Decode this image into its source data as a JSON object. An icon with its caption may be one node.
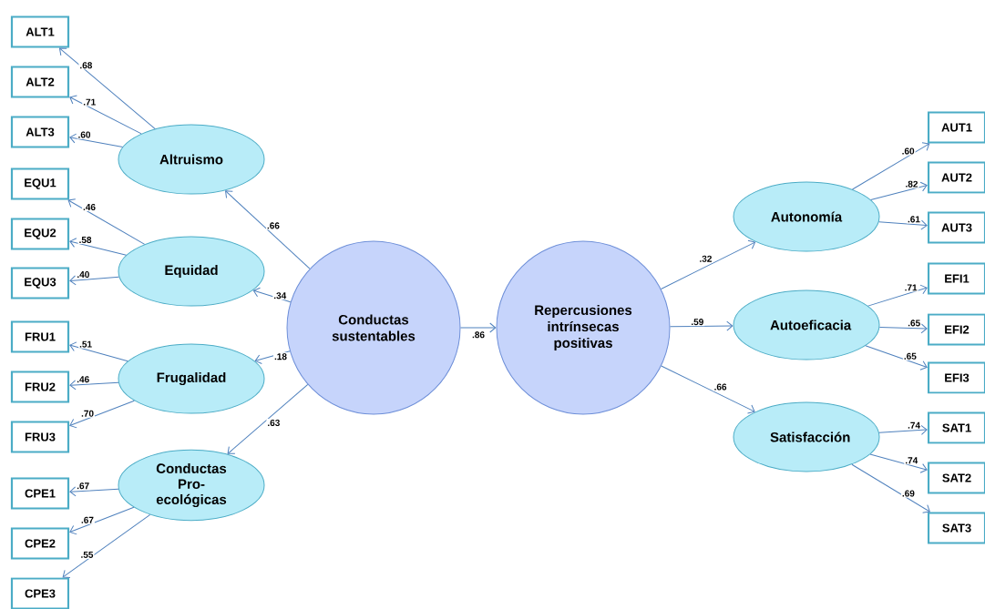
{
  "diagram": {
    "nodes": [
      {
        "text": [
          "ALT1"
        ]
      },
      {
        "text": [
          "ALT2"
        ]
      },
      {
        "text": [
          "ALT3"
        ]
      },
      {
        "text": [
          "Altruismo"
        ]
      },
      {
        "text": [
          "EQU1"
        ]
      },
      {
        "text": [
          "EQU2"
        ]
      },
      {
        "text": [
          "EQU3"
        ]
      },
      {
        "text": [
          "Equidad"
        ]
      },
      {
        "text": [
          "FRU1"
        ]
      },
      {
        "text": [
          "FRU2"
        ]
      },
      {
        "text": [
          "FRU3"
        ]
      },
      {
        "text": [
          "Frugalidad"
        ]
      },
      {
        "text": [
          "CPE1"
        ]
      },
      {
        "text": [
          "CPE2"
        ]
      },
      {
        "text": [
          "CPE3"
        ]
      },
      {
        "text": [
          "Conductas Pro-ecológicas"
        ]
      },
      {
        "text": [
          "Conductas sustentables"
        ]
      },
      {
        "text": [
          "Repercusiones intrínsecas positivas"
        ]
      },
      {
        "text": [
          "AUT1"
        ]
      },
      {
        "text": [
          "AUT2"
        ]
      },
      {
        "text": [
          "AUT3"
        ]
      },
      {
        "text": [
          "Autonomía"
        ]
      },
      {
        "text": [
          "EFI1"
        ]
      },
      {
        "text": [
          "EFI2"
        ]
      },
      {
        "text": [
          "EFI3"
        ]
      },
      {
        "text": [
          "Autoeficacia"
        ]
      },
      {
        "text": [
          "SAT1"
        ]
      },
      {
        "text": [
          "SAT2"
        ]
      },
      {
        "text": [
          "SAT3"
        ]
      },
      {
        "text": [
          "Satisfacción"
        ]
      }
    ],
    "edges": [
      {
        "from": 3,
        "to": 0,
        "arrow": "to",
        "label": ".68"
      },
      {
        "from": 3,
        "to": 1,
        "arrow": "to",
        "label": ".71"
      },
      {
        "from": 3,
        "to": 2,
        "arrow": "to",
        "label": ".60"
      },
      {
        "from": 7,
        "to": 4,
        "arrow": "to",
        "label": ".46"
      },
      {
        "from": 7,
        "to": 5,
        "arrow": "to",
        "label": ".58"
      },
      {
        "from": 7,
        "to": 6,
        "arrow": "to",
        "label": ".40"
      },
      {
        "from": 11,
        "to": 8,
        "arrow": "to",
        "label": ".51"
      },
      {
        "from": 11,
        "to": 9,
        "arrow": "to",
        "label": ".46"
      },
      {
        "from": 11,
        "to": 10,
        "arrow": "to",
        "label": ".70"
      },
      {
        "from": 15,
        "to": 12,
        "arrow": "to",
        "label": ".67"
      },
      {
        "from": 15,
        "to": 13,
        "arrow": "to",
        "label": ".67"
      },
      {
        "from": 15,
        "to": 14,
        "arrow": "to",
        "label": ".55"
      },
      {
        "from": 16,
        "to": 3,
        "arrow": "to",
        "label": ".66"
      },
      {
        "from": 16,
        "to": 7,
        "arrow": "to",
        "label": ".34"
      },
      {
        "from": 16,
        "to": 11,
        "arrow": "to",
        "label": ".18"
      },
      {
        "from": 16,
        "to": 15,
        "arrow": "to",
        "label": ".63"
      },
      {
        "from": 16,
        "to": 17,
        "arrow": "to",
        "label": ".86"
      },
      {
        "from": 17,
        "to": 21,
        "arrow": "to",
        "label": ".32"
      },
      {
        "from": 17,
        "to": 25,
        "arrow": "to",
        "label": ".59"
      },
      {
        "from": 17,
        "to": 29,
        "arrow": "to",
        "label": ".66"
      },
      {
        "from": 21,
        "to": 18,
        "arrow": "to",
        "label": ".60"
      },
      {
        "from": 21,
        "to": 19,
        "arrow": "to",
        "label": ".82"
      },
      {
        "from": 21,
        "to": 20,
        "arrow": "to",
        "label": ".61"
      },
      {
        "from": 25,
        "to": 22,
        "arrow": "to",
        "label": ".71"
      },
      {
        "from": 25,
        "to": 23,
        "arrow": "to",
        "label": ".65"
      },
      {
        "from": 25,
        "to": 24,
        "arrow": "to",
        "label": ".65"
      },
      {
        "from": 29,
        "to": 26,
        "arrow": "to",
        "label": ".74"
      },
      {
        "from": 29,
        "to": 27,
        "arrow": "to",
        "label": ".74"
      },
      {
        "from": 29,
        "to": 28,
        "arrow": "to",
        "label": ".69"
      }
    ]
  }
}
